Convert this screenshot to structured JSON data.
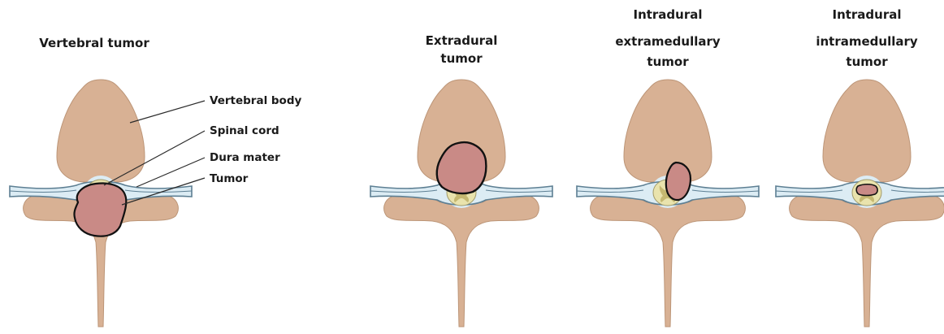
{
  "panels": [
    {
      "title_lines": [
        "Vertebral tumor"
      ],
      "tumor_type": "vertebral"
    },
    {
      "title_lines": [
        "Extradural",
        "tumor"
      ],
      "tumor_type": "extradural"
    },
    {
      "title_lines": [
        "Intradural",
        "extramedullary",
        "tumor"
      ],
      "tumor_type": "intradural-extramedullary"
    },
    {
      "title_lines": [
        "Intradural",
        "intramedullary",
        "tumor"
      ],
      "tumor_type": "intradural-intramedullary"
    }
  ],
  "labels": {
    "vertebral_body": "Vertebral body",
    "spinal_cord": "Spinal cord",
    "dura_mater": "Dura mater",
    "tumor": "Tumor"
  },
  "colors": {
    "bone": "#d8b194",
    "bone_outline": "#bc9577",
    "cord": "#e9e3ad",
    "grey_matter": "#c5b871",
    "csf": "#dcecf4",
    "dura": "#5d7f93",
    "tumor_fill": "#c98a86",
    "tumor_outline": "#111111"
  }
}
